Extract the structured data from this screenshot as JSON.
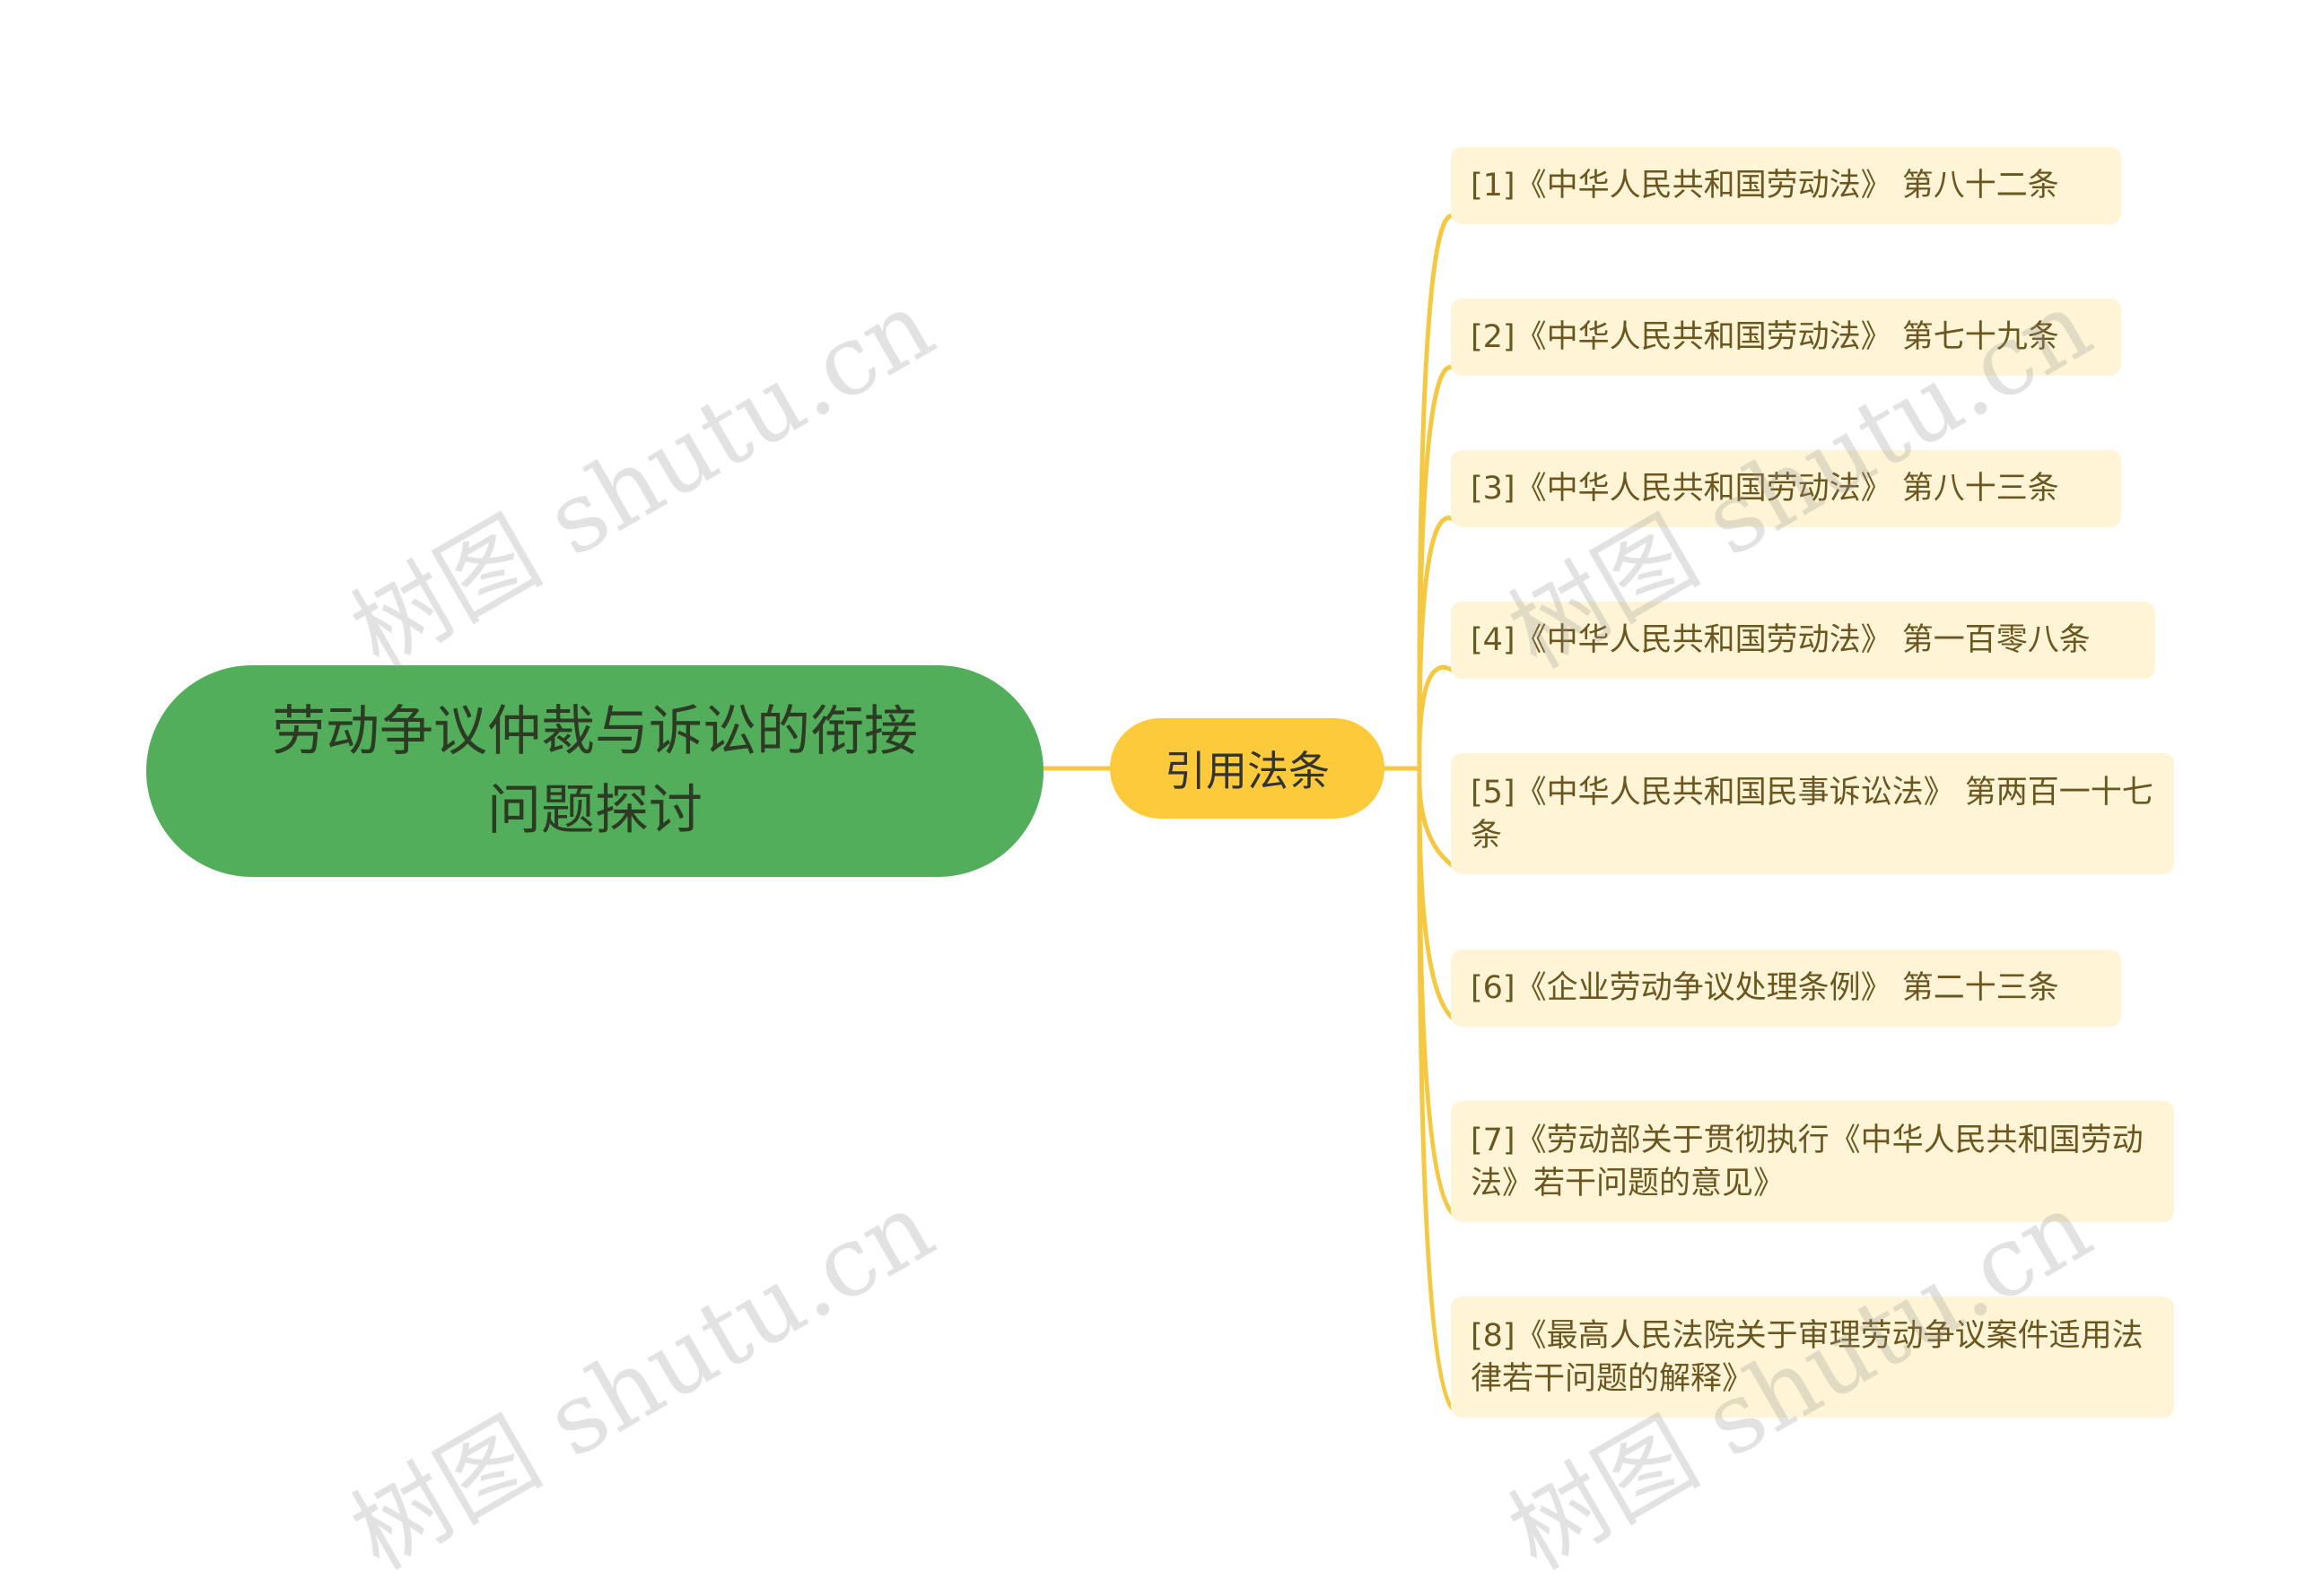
{
  "root": {
    "label": "劳动争议仲裁与诉讼的衔接问题探讨"
  },
  "branch": {
    "label": "引用法条"
  },
  "leaves": [
    "[1]《中华人民共和国劳动法》 第八十二条",
    "[2]《中华人民共和国劳动法》 第七十九条",
    "[3]《中华人民共和国劳动法》 第八十三条",
    "[4]《中华人民共和国劳动法》 第一百零八条",
    "[5]《中华人民共和国民事诉讼法》 第两百一十七条",
    "[6]《企业劳动争议处理条例》 第二十三条",
    "[7]《劳动部关于贯彻执行《中华人民共和国劳动法》若干问题的意见》",
    "[8]《最高人民法院关于审理劳动争议案件适用法律若干问题的解释》"
  ],
  "watermark": "树图 shutu.cn",
  "colors": {
    "root_fill": "#52ae5a",
    "branch_fill": "#fcca3a",
    "leaf_fill": "#fff5d6",
    "connector": "#f5c842"
  }
}
